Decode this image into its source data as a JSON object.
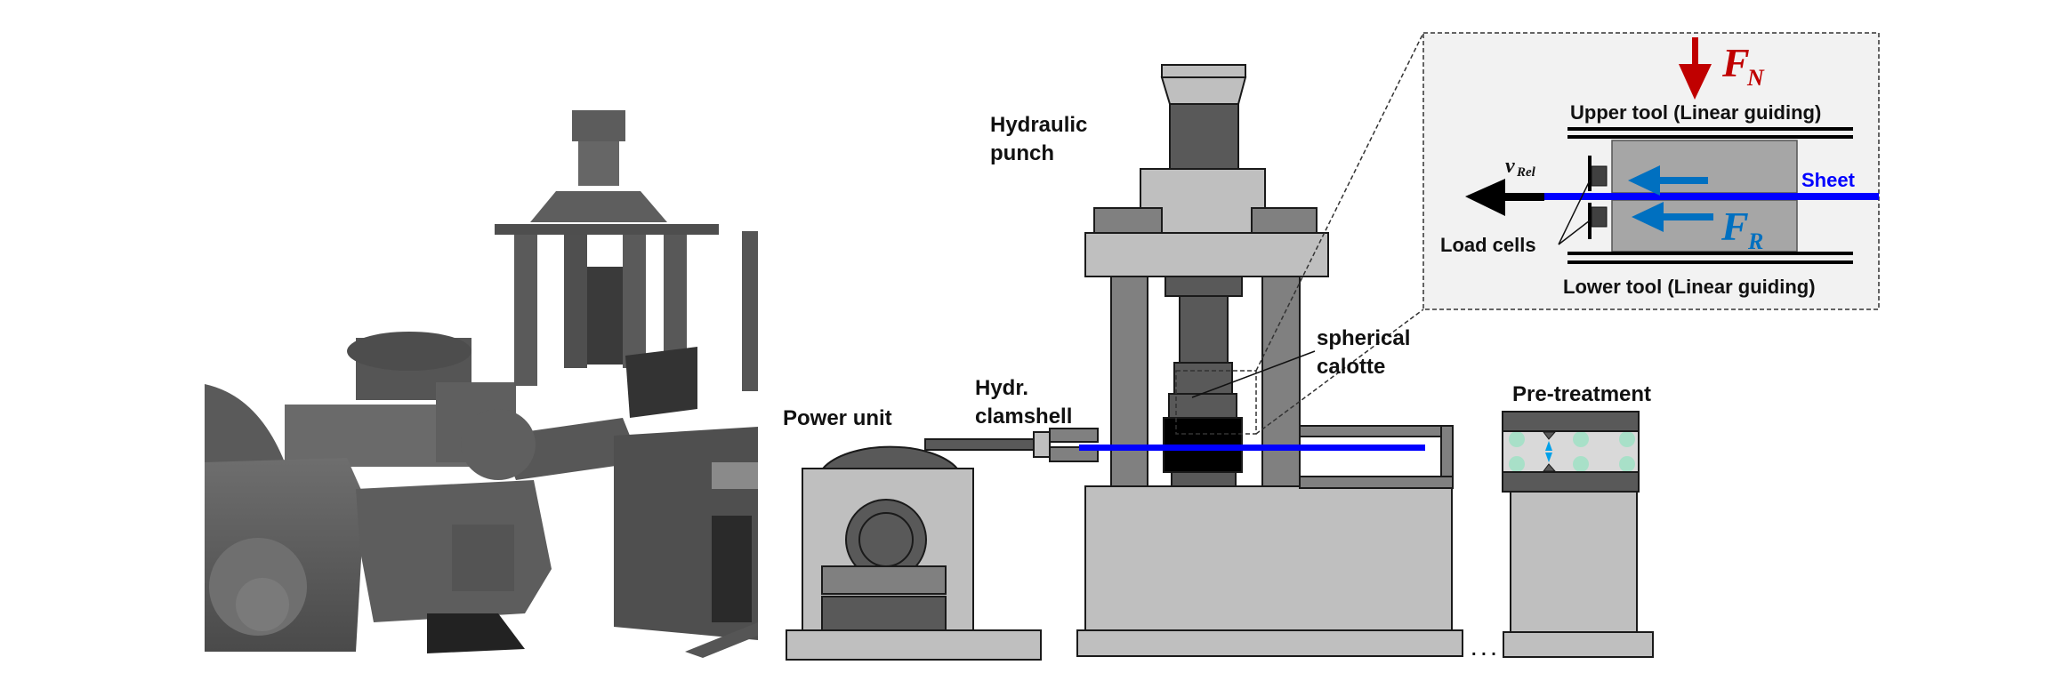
{
  "figure": {
    "photo": {
      "description": "Grayscale photograph of the strip drawing test rig with hydraulic press, coil power unit and control desk"
    },
    "schematic": {
      "labels": {
        "hydraulic_punch_line1": "Hydraulic",
        "hydraulic_punch_line2": "punch",
        "spherical_calotte_line1": "spherical",
        "spherical_calotte_line2": "calotte",
        "power_unit": "Power unit",
        "hydr_clamshell_line1": "Hydr.",
        "hydr_clamshell_line2": "clamshell",
        "pre_treatment": "Pre-treatment",
        "ellipsis": ". . ."
      }
    },
    "inset": {
      "force_normal_symbol": "F",
      "force_normal_subscript": "N",
      "upper_tool": "Upper tool (Linear guiding)",
      "lower_tool": "Lower tool (Linear guiding)",
      "velocity_symbol": "v",
      "velocity_subscript": "Rel",
      "sheet": "Sheet",
      "load_cells": "Load cells",
      "force_friction_symbol": "F",
      "force_friction_subscript": "R"
    },
    "colors": {
      "sheet_blue": "#0000ff",
      "normal_force_red": "#c00000",
      "friction_force_blue": "#0070c0",
      "light_gray": "#bfbfbf",
      "mid_gray": "#808080",
      "dark_gray": "#595959",
      "inset_bg": "#f2f2f2",
      "bead_green": "#a8e0c8"
    }
  }
}
